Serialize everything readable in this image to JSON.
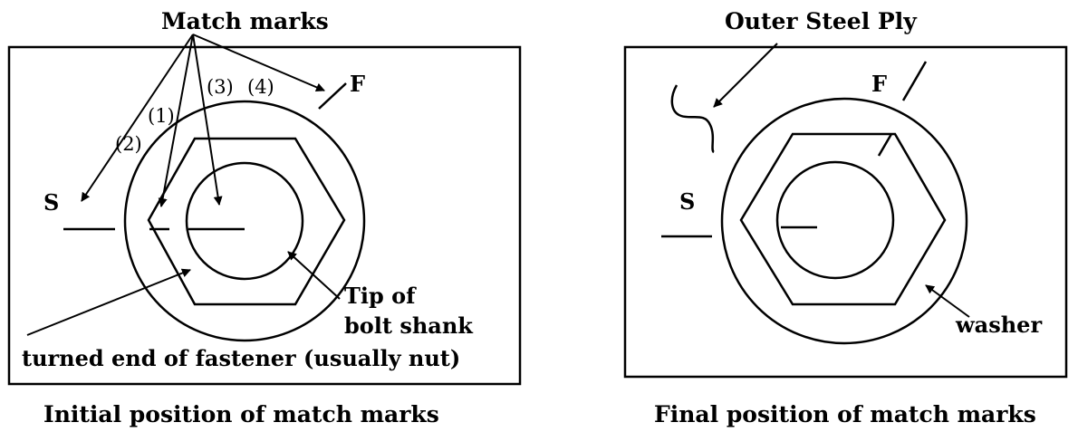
{
  "left": {
    "title": "Match marks",
    "f_label": "F",
    "s_label": "S",
    "mark_1": "(1)",
    "mark_2": "(2)",
    "mark_3": "(3)",
    "mark_4": "(4)",
    "tip_line1": "Tip of",
    "tip_line2": "bolt shank",
    "turned_end": "turned end of fastener (usually nut)",
    "caption": "Initial position of match marks"
  },
  "right": {
    "title": "Outer Steel Ply",
    "f_label": "F",
    "s_label": "S",
    "washer": "washer",
    "caption": "Final position of match marks"
  }
}
